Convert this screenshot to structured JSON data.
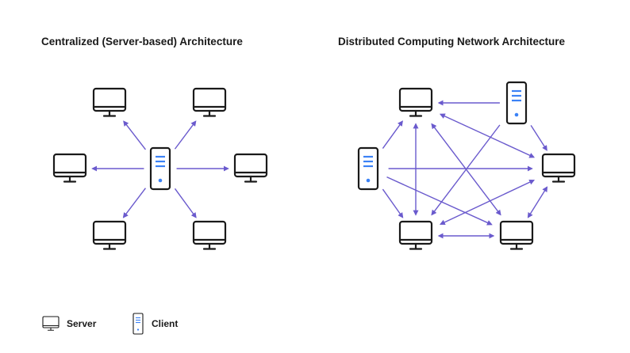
{
  "titles": {
    "left": "Centralized (Server-based) Architecture",
    "right": "Distributed Computing Network Architecture"
  },
  "legend": {
    "monitor_label": "Server",
    "tower_label": "Client"
  },
  "colors": {
    "arrow": "#6a5acd",
    "accent": "#3b82f6",
    "outline": "#1a1a1a"
  },
  "icons": {
    "monitor": "monitor-icon",
    "tower": "tower-icon"
  }
}
